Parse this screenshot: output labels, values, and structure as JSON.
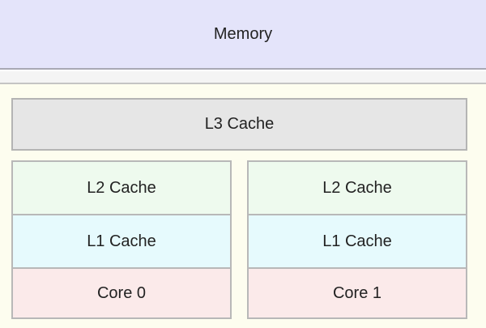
{
  "memory": {
    "label": "Memory",
    "color": "#e4e4fa"
  },
  "l3_cache": {
    "label": "L3 Cache",
    "color": "#e6e6e6"
  },
  "cores": [
    {
      "l2": "L2 Cache",
      "l1": "L1 Cache",
      "core": "Core 0"
    },
    {
      "l2": "L2 Cache",
      "l1": "L1 Cache",
      "core": "Core 1"
    }
  ],
  "colors": {
    "l2": "#eefaee",
    "l1": "#e6fafd",
    "core": "#fbeaea",
    "chip_background": "#fdfdef"
  }
}
